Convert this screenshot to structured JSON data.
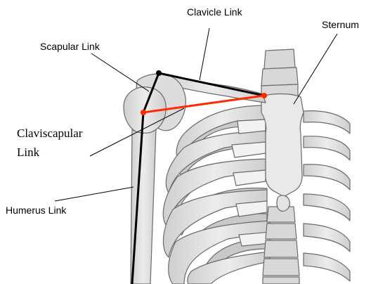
{
  "labels": {
    "clavicle_link": "Clavicle Link",
    "sternum": "Sternum",
    "scapular_link": "Scapular Link",
    "claviscapular_line1": "Claviscapular",
    "claviscapular_line2": "Link",
    "humerus_link": "Humerus Link"
  },
  "colors": {
    "background": "#ffffff",
    "bone_fill": "#e6e6e6",
    "bone_shadow": "#bdbdbd",
    "bone_outline": "#6a6a6a",
    "link_line": "#000000",
    "claviscapular_line": "#ff2a00",
    "leader_line": "#000000"
  }
}
